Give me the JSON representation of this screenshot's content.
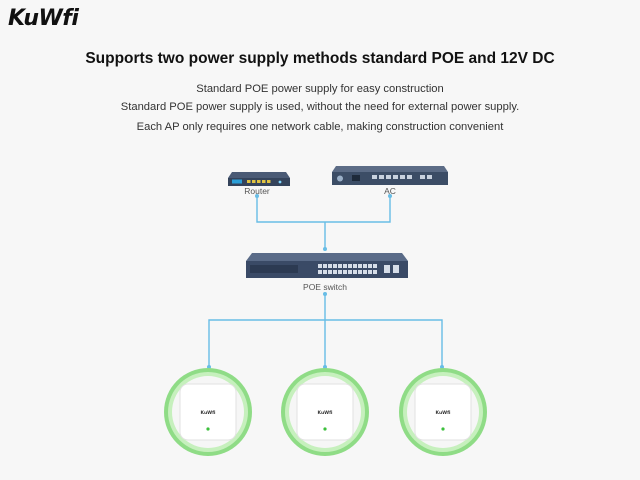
{
  "brand": {
    "logo_text": "KuWfi"
  },
  "headline": "Supports two power supply methods standard POE and 12V DC",
  "description": [
    "Standard POE power supply for easy construction",
    "Standard POE power supply is used, without the need for external power supply.",
    "Each AP only requires one network cable, making construction convenient"
  ],
  "devices": {
    "router": {
      "label": "Router"
    },
    "ac": {
      "label": "AC"
    },
    "switch": {
      "label": "POE switch"
    },
    "access_points": [
      {
        "brand": "KuWfi"
      },
      {
        "brand": "KuWfi"
      },
      {
        "brand": "KuWfi"
      }
    ]
  },
  "colors": {
    "connector_line": "#68bde6",
    "ap_ring": "#8fdc86",
    "ap_ring_inner": "#c6f0bd",
    "ap_led": "#3cc03c",
    "device_dark": "#3c4d66",
    "router_accent": "#2b9fd8"
  }
}
